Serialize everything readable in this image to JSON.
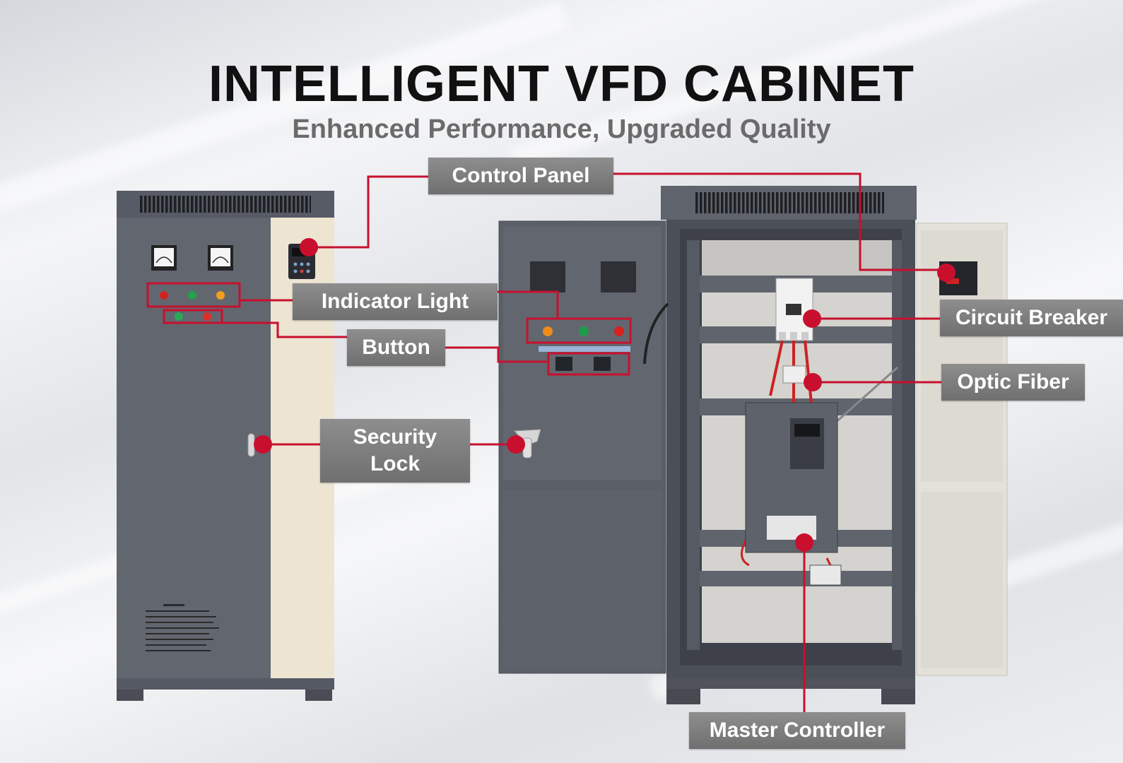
{
  "header": {
    "title": "INTELLIGENT VFD CABINET",
    "subtitle": "Enhanced Performance, Upgraded Quality"
  },
  "callouts": {
    "control_panel": "Control Panel",
    "indicator_light": "Indicator Light",
    "button": "Button",
    "security_lock": "Security Lock",
    "circuit_breaker": "Circuit Breaker",
    "optic_fiber": "Optic Fiber",
    "master_controller": "Master Controller"
  },
  "colors": {
    "accent_red": "#c8102e",
    "cabinet_body": "#5f6470",
    "cream_panel": "#ece3d2",
    "callout_bg": "#7d7d7d"
  }
}
